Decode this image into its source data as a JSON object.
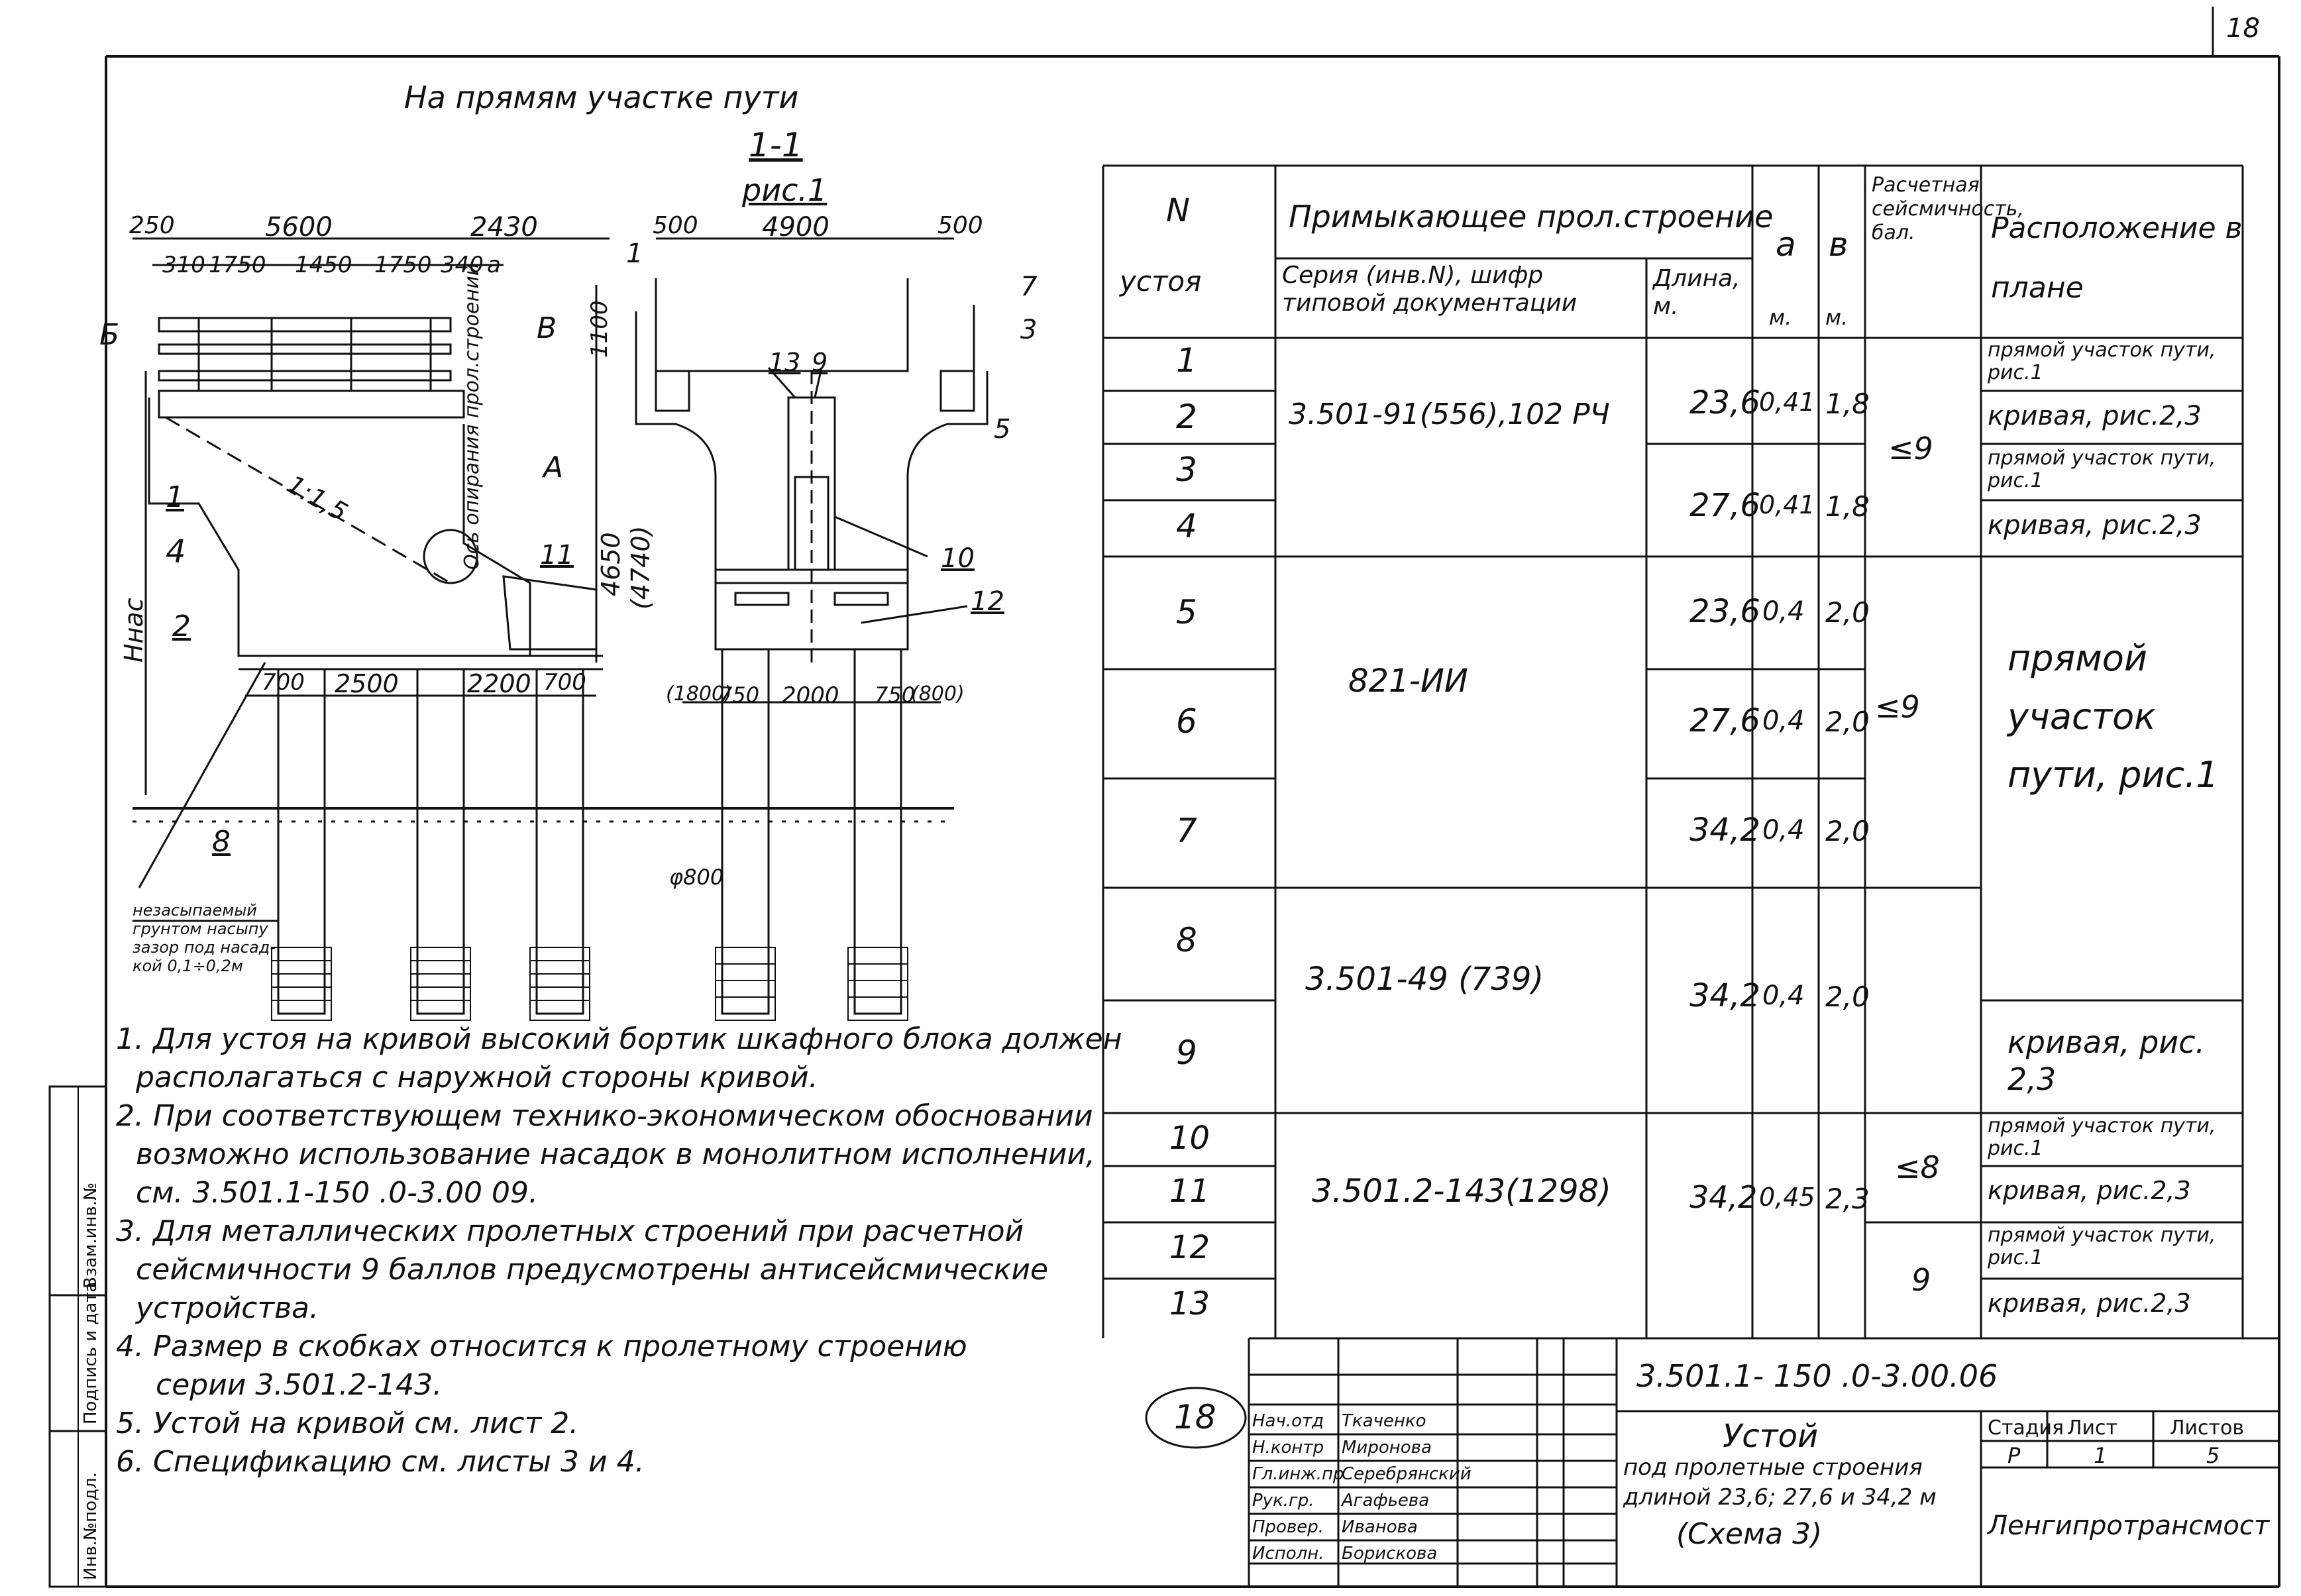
{
  "page_number": "18",
  "drawing": {
    "heading": "На прямям участке пути",
    "section_label": "1-1",
    "figure_label": "рис.1",
    "dims_top": [
      "250",
      "5600",
      "2430"
    ],
    "dims_second": [
      "310",
      "1750",
      "1450",
      "1750",
      "340",
      "a"
    ],
    "dims_cross_top": [
      "500",
      "4900",
      "500"
    ],
    "dims_bottom_left": [
      "700",
      "2500",
      "2200",
      "700"
    ],
    "dims_bottom_right": [
      "(1800)",
      "750",
      "2000",
      "750",
      "(800)"
    ],
    "vertical_dims": [
      "1100",
      "4650",
      "(4740)",
      "Ннас"
    ],
    "slope": "1:1,5",
    "pile_diameter": "φ800",
    "callouts": [
      "Б",
      "В",
      "А",
      "1",
      "2",
      "4",
      "8",
      "11",
      "13",
      "9",
      "10",
      "12",
      "3",
      "5",
      "7",
      "1"
    ],
    "bearing_axis": "Ось опирания прол.строений",
    "soil_note": [
      "незасыпаемый",
      "грунтом насыпу",
      "зазор под насад-",
      "кой 0,1÷0,2м"
    ]
  },
  "table": {
    "headers": {
      "n": "N",
      "n_sub": "устоя",
      "span": "Примыкающее прол.строение",
      "series": "Серия (инв.N), шифр типовой документации",
      "length": "Длина, м.",
      "a": "a",
      "a_unit": "м.",
      "b": "в",
      "b_unit": "м.",
      "seismic": "Расчетная сейсмичность, бал.",
      "location": "Расположение в плане"
    },
    "rows": [
      "1",
      "2",
      "3",
      "4",
      "5",
      "6",
      "7",
      "8",
      "9",
      "10",
      "11",
      "12",
      "13"
    ],
    "groups": [
      {
        "series": "3.501-91(556),102 РЧ"
      },
      {
        "series": "821-ИИ"
      },
      {
        "series": "3.501-49 (739)"
      },
      {
        "series": "3.501.2-143(1298)"
      }
    ],
    "lengths": [
      "23,6",
      "27,6",
      "23,6",
      "27,6",
      "34,2",
      "34,2",
      "34,2"
    ],
    "a_vals": [
      "0,41",
      "0,41",
      "0,4",
      "0,4",
      "0,4",
      "0,4",
      "0,45"
    ],
    "b_vals": [
      "1,8",
      "1,8",
      "2,0",
      "2,0",
      "2,0",
      "2,0",
      "2,3"
    ],
    "seismic_vals": [
      "≤9",
      "≤9",
      "≤8",
      "9"
    ],
    "locations": [
      "прямой участок пути, рис.1",
      "кривая, рис.2,3",
      "прямой участок пути, рис.1",
      "кривая, рис.2,3",
      "прямой участок пути, рис.1",
      "кривая, рис. 2,3",
      "прямой участок пути, рис.1",
      "кривая, рис.2,3",
      "прямой участок пути, рис.1",
      "кривая, рис.2,3"
    ]
  },
  "notes": [
    "1. Для устоя на кривой высокий бортик шкафного блока должен",
    "располагаться с наружной стороны кривой.",
    "2. При соответствующем технико-экономическом обосновании",
    "возможно использование насадок в монолитном исполнении,",
    "см. 3.501.1-150 .0-3.00 09.",
    "3. Для металлических пролетных строений при расчетной",
    "сейсмичности 9 баллов предусмотрены антисейсмические",
    "устройства.",
    "4. Размер в скобках относится к пролетному строению",
    "серии 3.501.2-143.",
    "5. Устой на кривой см. лист 2.",
    "6. Спецификацию см. листы 3 и 4."
  ],
  "side_strip": [
    "Инв.№подл.",
    "Подпись и дата",
    "Взам.инв.№"
  ],
  "stamp_circle": "18",
  "title_block": {
    "code": "3.501.1- 150 .0-3.00.06",
    "title": "Устой",
    "subtitle_1": "под пролетные строения",
    "subtitle_2": "длиной 23,6; 27,6 и 34,2 м",
    "subtitle_3": "(Схема 3)",
    "stage_label": "Стадия",
    "sheet_label": "Лист",
    "sheets_label": "Листов",
    "stage": "Р",
    "sheet": "1",
    "sheets": "5",
    "org": "Ленгипротрансмост",
    "roles": [
      "Нач.отд",
      "Н.контр",
      "Гл.инж.пр",
      "Рук.гр.",
      "Провер.",
      "Исполн."
    ],
    "names": [
      "Ткаченко",
      "Миронова",
      "Серебрянский",
      "Агафьева",
      "Иванова",
      "Борискова"
    ]
  }
}
